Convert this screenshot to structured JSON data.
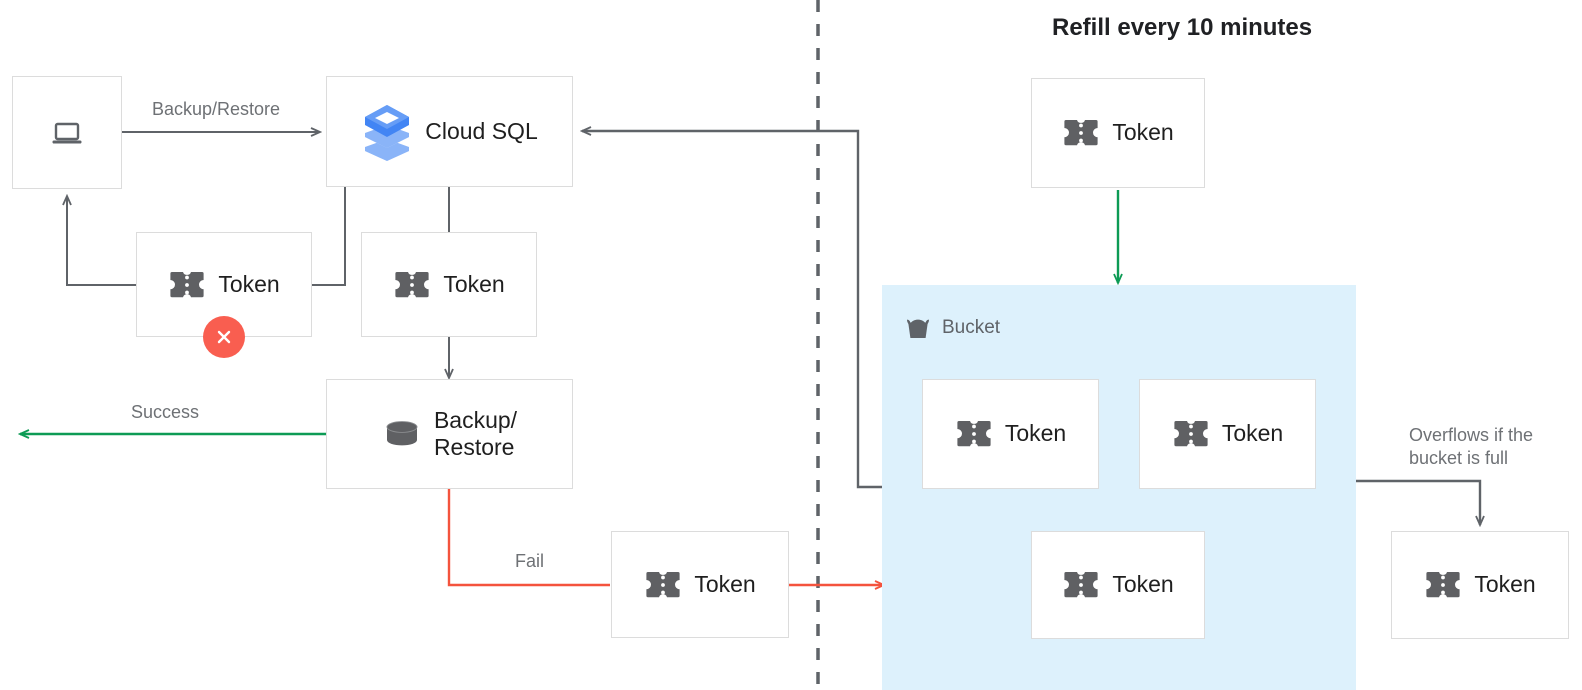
{
  "diagram": {
    "title": "Refill every 10 minutes",
    "background": "#ffffff",
    "colors": {
      "node_border": "#dcdcdc",
      "connector_gray": "#5f6368",
      "connector_green": "#0d9b55",
      "connector_red": "#f4533d",
      "bucket_fill": "#ddf1fc",
      "error_badge": "#f95e50",
      "label_text": "#6e7175",
      "node_text": "#1f1f1f",
      "cloudsql_blue_dark": "#4285f4",
      "cloudsql_blue_mid": "#8ab4f8",
      "cloudsql_blue_light": "#c6dafc"
    }
  },
  "nodes": {
    "client": {
      "label": "",
      "icon": "laptop-icon"
    },
    "cloud_sql": {
      "label": "Cloud SQL",
      "icon": "cloud-sql-icon"
    },
    "token_failed": {
      "label": "Token",
      "icon": "token-icon",
      "badge": "error-x-badge"
    },
    "token_consumed": {
      "label": "Token",
      "icon": "token-icon"
    },
    "backup_restore": {
      "label": "Backup/\nRestore",
      "icon": "database-icon"
    },
    "token_fail_return": {
      "label": "Token",
      "icon": "token-icon"
    },
    "token_refill": {
      "label": "Token",
      "icon": "token-icon"
    },
    "bucket_token_1": {
      "label": "Token",
      "icon": "token-icon"
    },
    "bucket_token_2": {
      "label": "Token",
      "icon": "token-icon"
    },
    "bucket_token_3": {
      "label": "Token",
      "icon": "token-icon"
    },
    "token_overflow": {
      "label": "Token",
      "icon": "token-icon"
    }
  },
  "bucket": {
    "label": "Bucket",
    "icon": "bucket-icon"
  },
  "edge_labels": {
    "backup_restore": "Backup/Restore",
    "success": "Success",
    "fail": "Fail",
    "overflow": "Overflows if the\nbucket is full"
  }
}
